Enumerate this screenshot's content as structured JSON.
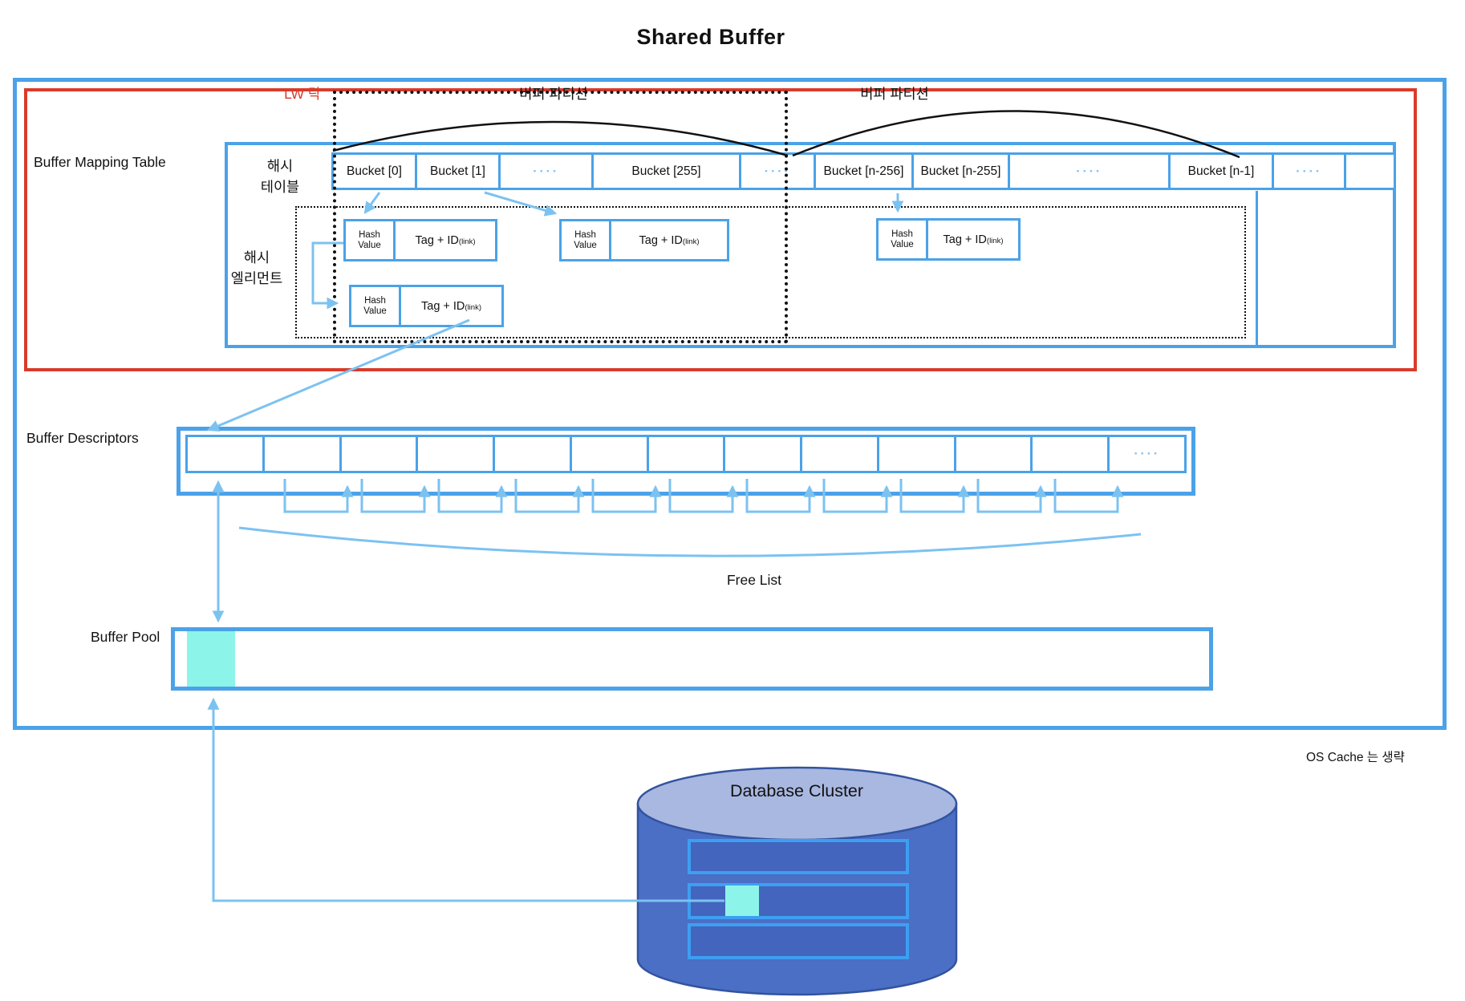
{
  "title": "Shared Buffer",
  "mapping": {
    "label": "Buffer Mapping Table",
    "lw_lock": "LW 락",
    "partition1": "버퍼 파티션",
    "partition2": "버퍼 파티션",
    "hash_table_line1": "해시",
    "hash_table_line2": "테이블",
    "hash_element_line1": "해시",
    "hash_element_line2": "엘리먼트",
    "buckets": [
      {
        "label": "Bucket [0]"
      },
      {
        "label": "Bucket [1]"
      },
      {
        "label": "····"
      },
      {
        "label": "Bucket [255]"
      },
      {
        "label": "····"
      },
      {
        "label": "Bucket [n-256]"
      },
      {
        "label": "Bucket [n-255]"
      },
      {
        "label": "····"
      },
      {
        "label": "Bucket [n-1]"
      },
      {
        "label": "····"
      }
    ],
    "hash_element": {
      "hash_line1": "Hash",
      "hash_line2": "Value",
      "tag": "Tag  +  ID",
      "tag_sub": "(link)"
    }
  },
  "descriptors": {
    "label": "Buffer Descriptors",
    "dots": "····"
  },
  "free_list_label": "Free List",
  "pool": {
    "label": "Buffer Pool"
  },
  "db": {
    "label": "Database Cluster"
  },
  "os_cache_note": "OS Cache 는 생략",
  "colors": {
    "box_blue": "#4BA2E8",
    "connector_blue": "#7CC2F1",
    "dots_blue": "#8CC6F2",
    "lock_red": "#D93B2B",
    "page_cyan": "#8DF4EA",
    "cylinder_body": "#4A6FC5",
    "cylinder_top": "#A9B8E0",
    "cylinder_stroke": "#33539F",
    "db_row_border": "#3D9FF2",
    "db_row_fill": "#4365BD"
  }
}
